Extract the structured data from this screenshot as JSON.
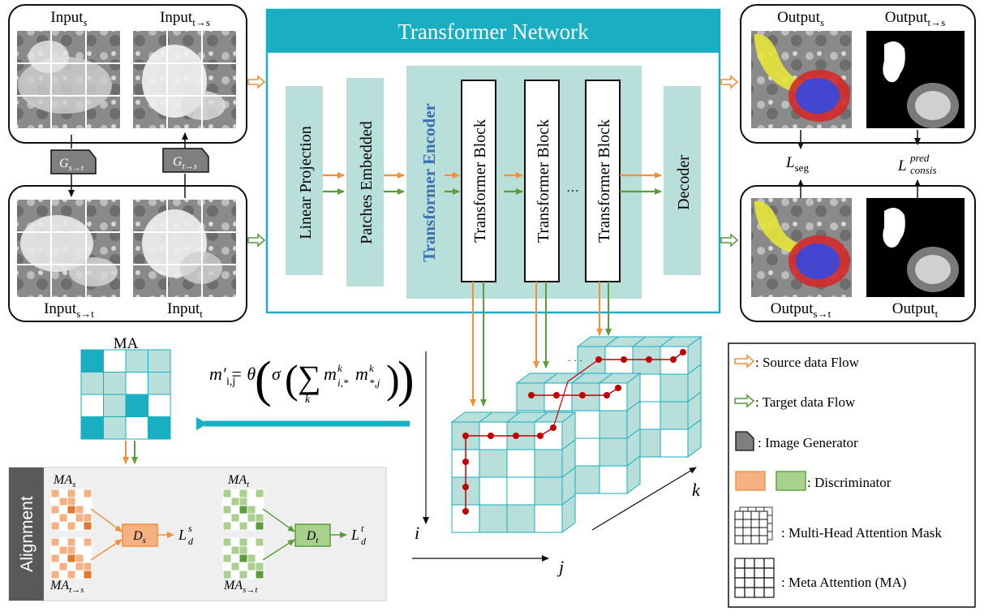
{
  "network": {
    "title": "Transformer Network",
    "linear_projection": "Linear Projection",
    "patches_embedded": "Patches Embedded",
    "encoder": "Transformer Encoder",
    "block_label": "Transformer Block",
    "ellipsis": "…",
    "decoder": "Decoder"
  },
  "inputs": {
    "input_s": {
      "base": "Input",
      "sub": "s"
    },
    "input_t2s": {
      "base": "Input",
      "sub": "t→s"
    },
    "input_s2t": {
      "base": "Input",
      "sub": "s→t"
    },
    "input_t": {
      "base": "Input",
      "sub": "t"
    }
  },
  "generators": {
    "g_s2t": {
      "base": "G",
      "sub": "s→t"
    },
    "g_t2s": {
      "base": "G",
      "sub": "t→s"
    }
  },
  "outputs": {
    "output_s": {
      "base": "Output",
      "sub": "s"
    },
    "output_t2s": {
      "base": "Output",
      "sub": "t→s"
    },
    "output_s2t": {
      "base": "Output",
      "sub": "s→t"
    },
    "output_t": {
      "base": "Output",
      "sub": "t"
    }
  },
  "losses": {
    "seg": {
      "base": "L",
      "sub": "seg"
    },
    "consis": {
      "base": "L",
      "sup": "pred",
      "sub": "consis"
    }
  },
  "ma": {
    "title": "MA",
    "formula_lhs": "m′",
    "formula_lhs_sub": "i,j",
    "formula_eq": "= θ",
    "formula_sigma": "σ",
    "formula_sum": "∑",
    "formula_k": "k",
    "formula_m": "m",
    "formula_term1_sub": "i,*",
    "formula_term2_sub": "*,j",
    "formula_term_sup": "k"
  },
  "axes": {
    "i": "i",
    "j": "j",
    "k": "k",
    "dots": "· · ·"
  },
  "alignment": {
    "label": "Alignment",
    "ma_s": {
      "base": "MA",
      "sub": "s"
    },
    "ma_t2s": {
      "base": "MA",
      "sub": "t→s"
    },
    "ma_t": {
      "base": "MA",
      "sub": "t"
    },
    "ma_s2t": {
      "base": "MA",
      "sub": "s→t"
    },
    "d_s": {
      "base": "D",
      "sub": "s"
    },
    "d_t": {
      "base": "D",
      "sub": "t"
    },
    "l_s": {
      "base": "L",
      "sup": "s",
      "sub": "d"
    },
    "l_t": {
      "base": "L",
      "sup": "t",
      "sub": "d"
    }
  },
  "legend": {
    "source": ": Source data Flow",
    "target": ": Target  data Flow",
    "generator": ": Image Generator",
    "discriminator": ": Discriminator",
    "mask": ": Multi-Head Attention Mask",
    "meta": ": Meta Attention  (MA)"
  },
  "colors": {
    "teal": "#1aaec2",
    "teal_light": "#b9dfdb",
    "source_orange": "#f0913a",
    "target_green": "#5c9c3c",
    "disc_orange": "#f6b183",
    "disc_green": "#a9d18e",
    "align_bg": "#efefef",
    "red_path": "#c00000"
  }
}
